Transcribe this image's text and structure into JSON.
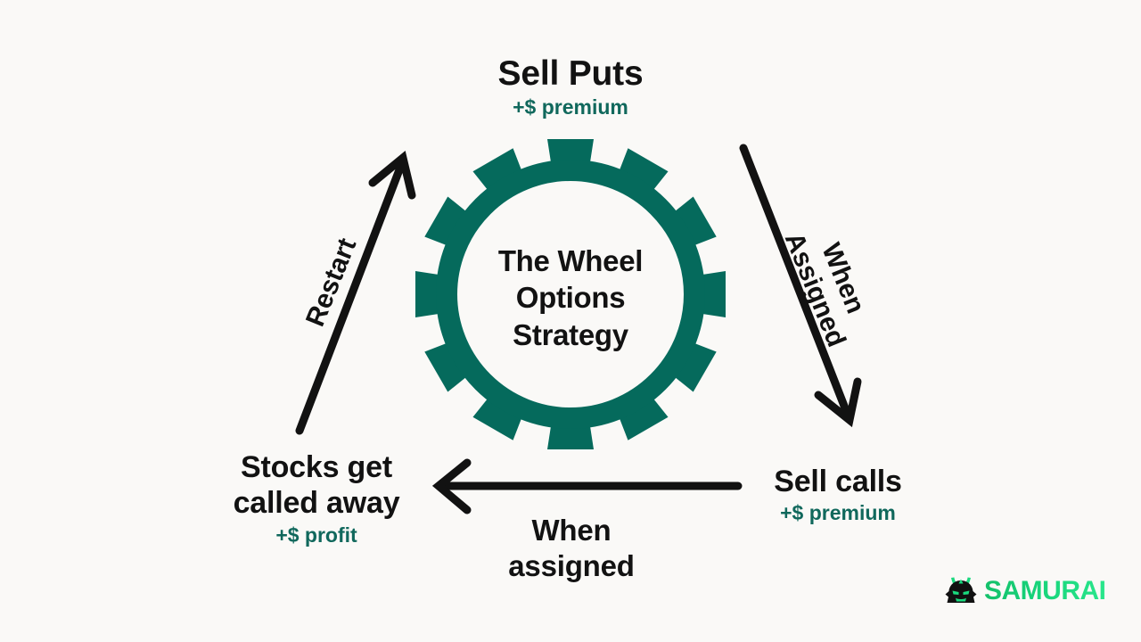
{
  "page": {
    "background_color": "#faf9f7",
    "title": "The Wheel Options Strategy",
    "accent_color": "#10685c",
    "text_color": "#121212"
  },
  "center": {
    "line1": "The Wheel",
    "line2": "Options",
    "line3": "Strategy",
    "gear_color": "#056a5c",
    "gear_teeth": 12
  },
  "nodes": {
    "sell_puts": {
      "label": "Sell Puts",
      "sub": "+$ premium"
    },
    "sell_calls": {
      "label": "Sell calls",
      "sub": "+$ premium"
    },
    "stocks_called_away": {
      "line1": "Stocks get",
      "line2": "called away",
      "sub": "+$ profit"
    }
  },
  "edges": {
    "right": {
      "line1": "When",
      "line2": "Assigned",
      "direction": "down"
    },
    "bottom": {
      "line1": "When",
      "line2": "assigned",
      "direction": "left"
    },
    "left": {
      "label": "Restart",
      "direction": "up"
    }
  },
  "brand": {
    "name": "SAMURAI",
    "icon": "samurai-helmet-icon",
    "color_start": "#14c06a",
    "color_end": "#2ae68c"
  }
}
